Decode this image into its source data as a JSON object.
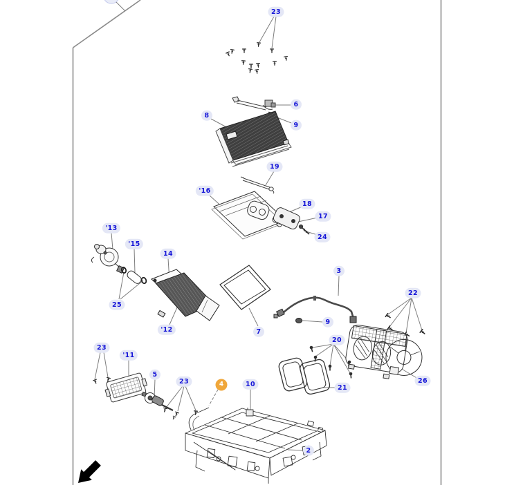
{
  "figure": {
    "type": "exploded-parts-diagram",
    "subject": "HVAC heater and air-conditioning unit exploded view",
    "highlighted_callout": "4"
  },
  "colors": {
    "callout_text": "#1515d8",
    "callout_pill_bg": "#e4e7f6",
    "highlight_circle": "#f0a73b",
    "highlight_text": "#ffffff",
    "line_art": "#333333",
    "leader_line": "#7d7d7d",
    "frame_line": "#8a8a8a"
  },
  "callouts": [
    {
      "id": "23a",
      "label": "23"
    },
    {
      "id": "6",
      "label": "6"
    },
    {
      "id": "8",
      "label": "8"
    },
    {
      "id": "9a",
      "label": "9"
    },
    {
      "id": "19",
      "label": "19"
    },
    {
      "id": "16",
      "label": "'16"
    },
    {
      "id": "18",
      "label": "18"
    },
    {
      "id": "17",
      "label": "17"
    },
    {
      "id": "24",
      "label": "24"
    },
    {
      "id": "13",
      "label": "'13"
    },
    {
      "id": "15",
      "label": "'15"
    },
    {
      "id": "14",
      "label": "14"
    },
    {
      "id": "25",
      "label": "25"
    },
    {
      "id": "12",
      "label": "'12"
    },
    {
      "id": "7",
      "label": "7"
    },
    {
      "id": "3",
      "label": "3"
    },
    {
      "id": "9b",
      "label": "9"
    },
    {
      "id": "22",
      "label": "22"
    },
    {
      "id": "20",
      "label": "20"
    },
    {
      "id": "26",
      "label": "26"
    },
    {
      "id": "21",
      "label": "21"
    },
    {
      "id": "23b",
      "label": "23"
    },
    {
      "id": "11",
      "label": "'11"
    },
    {
      "id": "5",
      "label": "5"
    },
    {
      "id": "23c",
      "label": "23"
    },
    {
      "id": "4",
      "label": "4",
      "highlighted": true
    },
    {
      "id": "10",
      "label": "10"
    },
    {
      "id": "2",
      "label": "2"
    }
  ]
}
